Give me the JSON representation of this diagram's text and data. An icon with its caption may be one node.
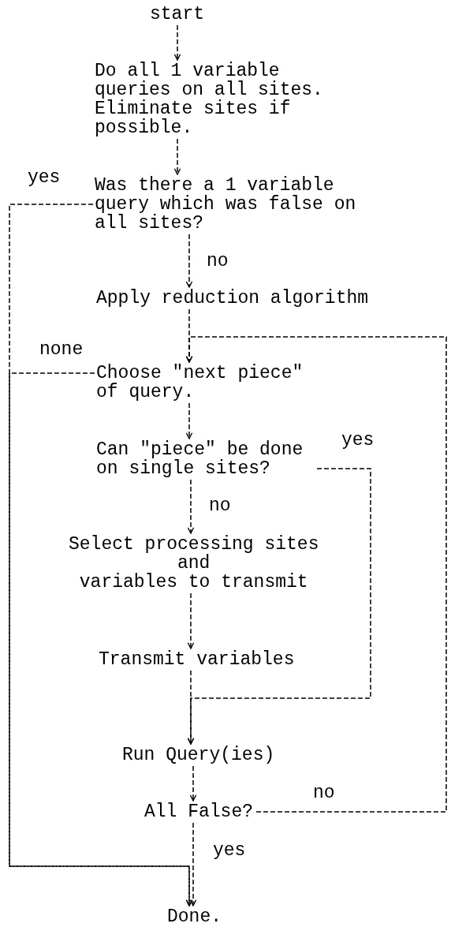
{
  "diagram": {
    "nodes": [
      {
        "text": [
          "start"
        ]
      },
      {
        "text": [
          "Do all 1 variable queries on all sites. Eliminate sites if possible."
        ]
      },
      {
        "text": [
          "Was there a 1 variable query which was false on all sites?"
        ]
      },
      {
        "text": [
          "Apply reduction algorithm"
        ]
      },
      {
        "text": [
          "Choose \"next piece\" of query."
        ]
      },
      {
        "text": [
          "Can \"piece\" be done on single sites?"
        ]
      },
      {
        "text": [
          "Select processing sites",
          "and",
          "variables to transmit"
        ]
      },
      {
        "text": [
          "Transmit variables"
        ]
      },
      {
        "text": [
          "Run Query(ies)"
        ]
      },
      {
        "text": [
          "All False?"
        ]
      },
      {
        "text": [
          "Done."
        ]
      }
    ],
    "edges": [
      {
        "from": 0,
        "to": 1,
        "arrow": "to"
      },
      {
        "from": 1,
        "to": 2,
        "arrow": "to"
      },
      {
        "from": 2,
        "to": 3,
        "arrow": "to",
        "label": "no"
      },
      {
        "from": 3,
        "to": 4,
        "arrow": "to"
      },
      {
        "from": 2,
        "to": 10,
        "arrow": "to",
        "label": "yes"
      },
      {
        "from": 4,
        "to": 10,
        "arrow": "to",
        "label": "none"
      },
      {
        "from": 4,
        "to": 5,
        "arrow": "to"
      },
      {
        "from": 5,
        "to": 6,
        "arrow": "to",
        "label": "no"
      },
      {
        "from": 5,
        "to": 8,
        "arrow": "to",
        "label": "yes"
      },
      {
        "from": 6,
        "to": 7,
        "arrow": "to"
      },
      {
        "from": 7,
        "to": 8,
        "arrow": "to"
      },
      {
        "from": 8,
        "to": 9,
        "arrow": "to"
      },
      {
        "from": 9,
        "to": 10,
        "arrow": "to",
        "label": "yes"
      },
      {
        "from": 9,
        "to": 4,
        "arrow": "to",
        "label": "no"
      }
    ]
  }
}
